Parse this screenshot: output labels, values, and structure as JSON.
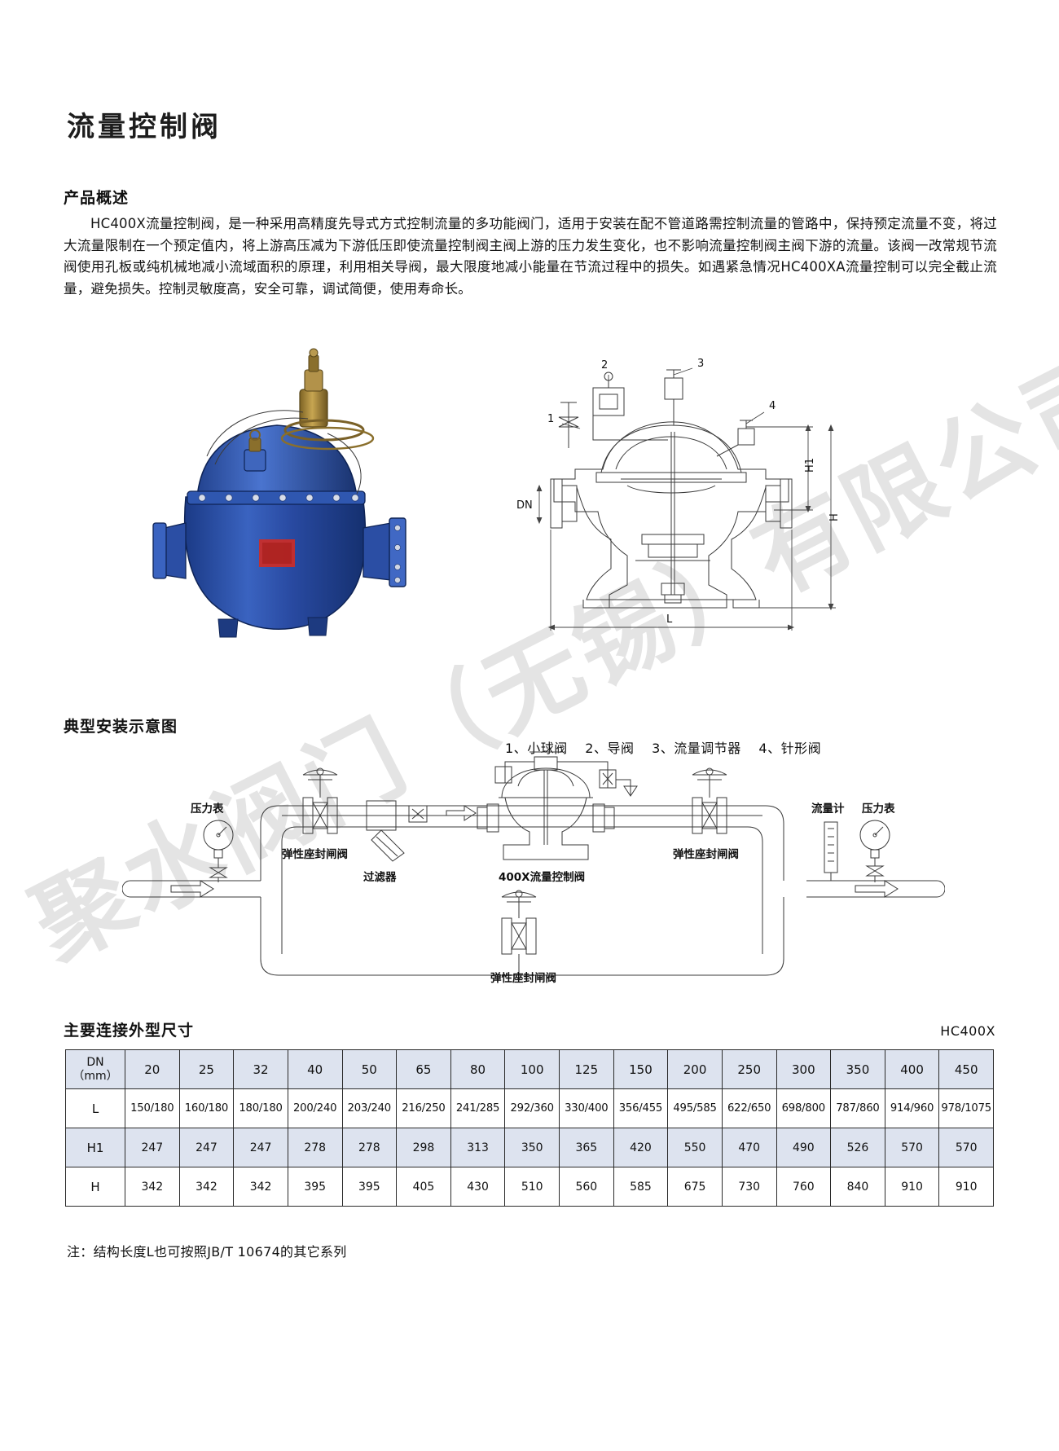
{
  "document": {
    "title": "流量控制阀",
    "model_code": "HC400X"
  },
  "overview": {
    "heading": "产品概述",
    "body": "HC400X流量控制阀，是一种采用高精度先导式方式控制流量的多功能阀门，适用于安装在配不管道路需控制流量的管路中，保持预定流量不变，将过大流量限制在一个预定值内，将上游高压减为下游低压即使流量控制阀主阀上游的压力发生变化，也不影响流量控制阀主阀下游的流量。该阀一改常规节流阀使用孔板或纯机械地减小流域面积的原理，利用相关导阀，最大限度地减小能量在节流过程中的损失。如遇紧急情况HC400XA流量控制可以完全截止流量，避免损失。控制灵敏度高，安全可靠，调试简便，使用寿命长。"
  },
  "section_figures": {
    "cad_dimension_labels": {
      "h1": "H1",
      "h": "H",
      "dn": "DN",
      "l": "L"
    },
    "callout_numbers": [
      "1",
      "2",
      "3",
      "4"
    ],
    "legend": [
      {
        "num": "1、",
        "label": "小球阀"
      },
      {
        "num": "2、",
        "label": "导阀"
      },
      {
        "num": "3、",
        "label": "流量调节器"
      },
      {
        "num": "4、",
        "label": "针形阀"
      }
    ]
  },
  "installation": {
    "heading": "典型安装示意图",
    "labels": {
      "pressure_gauge_left": "压力表",
      "gate_valve_left": "弹性座封闸阀",
      "strainer": "过滤器",
      "main_valve": "400X流量控制阀",
      "gate_valve_right": "弹性座封闸阀",
      "gate_valve_bottom": "弹性座封闸阀",
      "flow_meter": "流量计",
      "pressure_gauge_right": "压力表"
    }
  },
  "dimensions": {
    "heading": "主要连接外型尺寸",
    "note": "注：结构长度L也可按照JB/T 10674的其它系列",
    "corner_label_top": "DN",
    "corner_label_bottom": "（mm）",
    "columns": [
      "20",
      "25",
      "32",
      "40",
      "50",
      "65",
      "80",
      "100",
      "125",
      "150",
      "200",
      "250",
      "300",
      "350",
      "400",
      "450"
    ],
    "rows": [
      {
        "label": "L",
        "values": [
          "150/180",
          "160/180",
          "180/180",
          "200/240",
          "203/240",
          "216/250",
          "241/285",
          "292/360",
          "330/400",
          "356/455",
          "495/585",
          "622/650",
          "698/800",
          "787/860",
          "914/960",
          "978/1075"
        ]
      },
      {
        "label": "H1",
        "values": [
          "247",
          "247",
          "247",
          "278",
          "278",
          "298",
          "313",
          "350",
          "365",
          "420",
          "550",
          "470",
          "490",
          "526",
          "570",
          "570"
        ]
      },
      {
        "label": "H",
        "values": [
          "342",
          "342",
          "342",
          "395",
          "395",
          "405",
          "430",
          "510",
          "560",
          "585",
          "675",
          "730",
          "760",
          "840",
          "910",
          "910"
        ]
      }
    ]
  },
  "watermark": {
    "text": "聚水阀门（无锡）有限公司"
  },
  "colors": {
    "table_shade": "#dde3ef",
    "table_border": "#2b2b2b",
    "text": "#111111",
    "valve_blue": "#2a4fa2",
    "valve_blue_dark": "#1b3470",
    "brass": "#9a7b2e"
  }
}
